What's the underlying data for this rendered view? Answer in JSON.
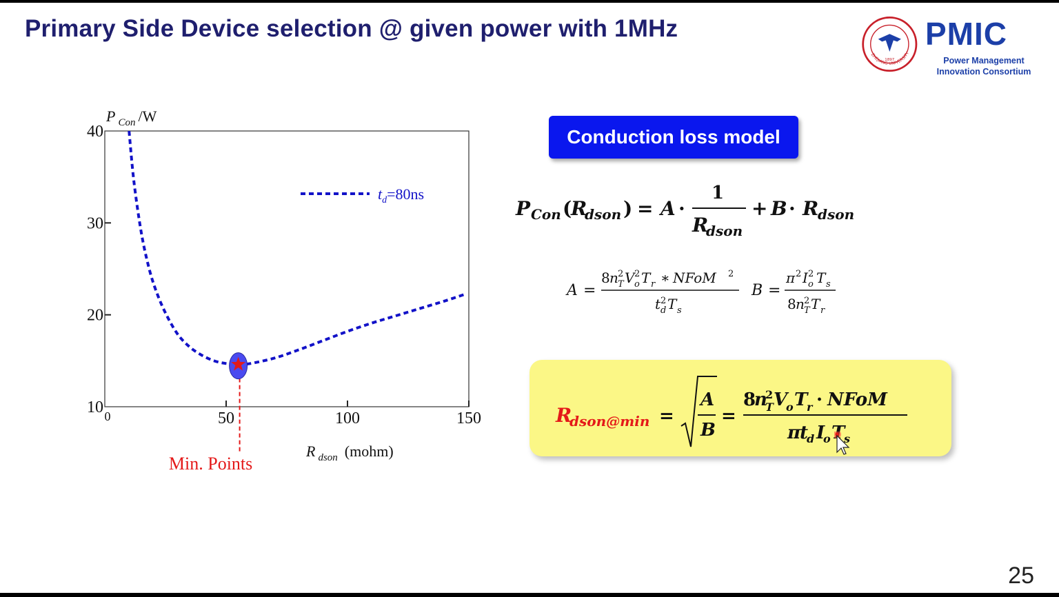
{
  "slide": {
    "title": "Primary Side Device selection @ given power with 1MHz",
    "page_number": "25",
    "logo": {
      "name": "PMIC",
      "subtitle_line1": "Power Management",
      "subtitle_line2": "Innovation Consortium",
      "seal_text": "ZHEJIANG UNIVERSITY",
      "seal_year": "1897",
      "accent_color": "#1c3fa8",
      "seal_color": "#c8202a"
    }
  },
  "chart_data": {
    "type": "line",
    "title": "",
    "ylabel_main": "P",
    "ylabel_sub": "Con",
    "ylabel_unit": "/W",
    "xlabel_main": "R",
    "xlabel_sub": "dson",
    "xlabel_unit": "(mohm)",
    "xlim": [
      0,
      150
    ],
    "ylim": [
      10,
      40
    ],
    "x_ticks": [
      0,
      50,
      100,
      150
    ],
    "y_ticks": [
      10,
      20,
      30,
      40
    ],
    "grid": false,
    "legend_position": "top-right",
    "series": [
      {
        "legend_italic": "t",
        "legend_sub": "d",
        "legend_rest": "=80ns",
        "color": "#1212c8",
        "style": "dashed",
        "x": [
          10,
          12,
          15,
          18,
          21,
          25,
          30,
          35,
          40,
          45,
          50,
          55,
          60,
          70,
          80,
          90,
          100,
          110,
          120,
          130,
          140,
          148
        ],
        "y": [
          40.0,
          34.5,
          29.0,
          25.3,
          22.7,
          20.2,
          17.9,
          16.5,
          15.6,
          15.0,
          14.7,
          14.6,
          14.7,
          15.3,
          16.2,
          17.2,
          18.2,
          19.1,
          19.9,
          20.7,
          21.5,
          22.2
        ]
      }
    ],
    "min_point": {
      "x": 55,
      "y": 14.6,
      "label": "Min. Points",
      "label_color": "#e41919",
      "marker_fill": "#4a4af0",
      "marker_star": "#e41919"
    }
  },
  "panel": {
    "badge_label": "Conduction loss model",
    "badge_color": "#0a17ee",
    "box_color": "#fbf786"
  }
}
